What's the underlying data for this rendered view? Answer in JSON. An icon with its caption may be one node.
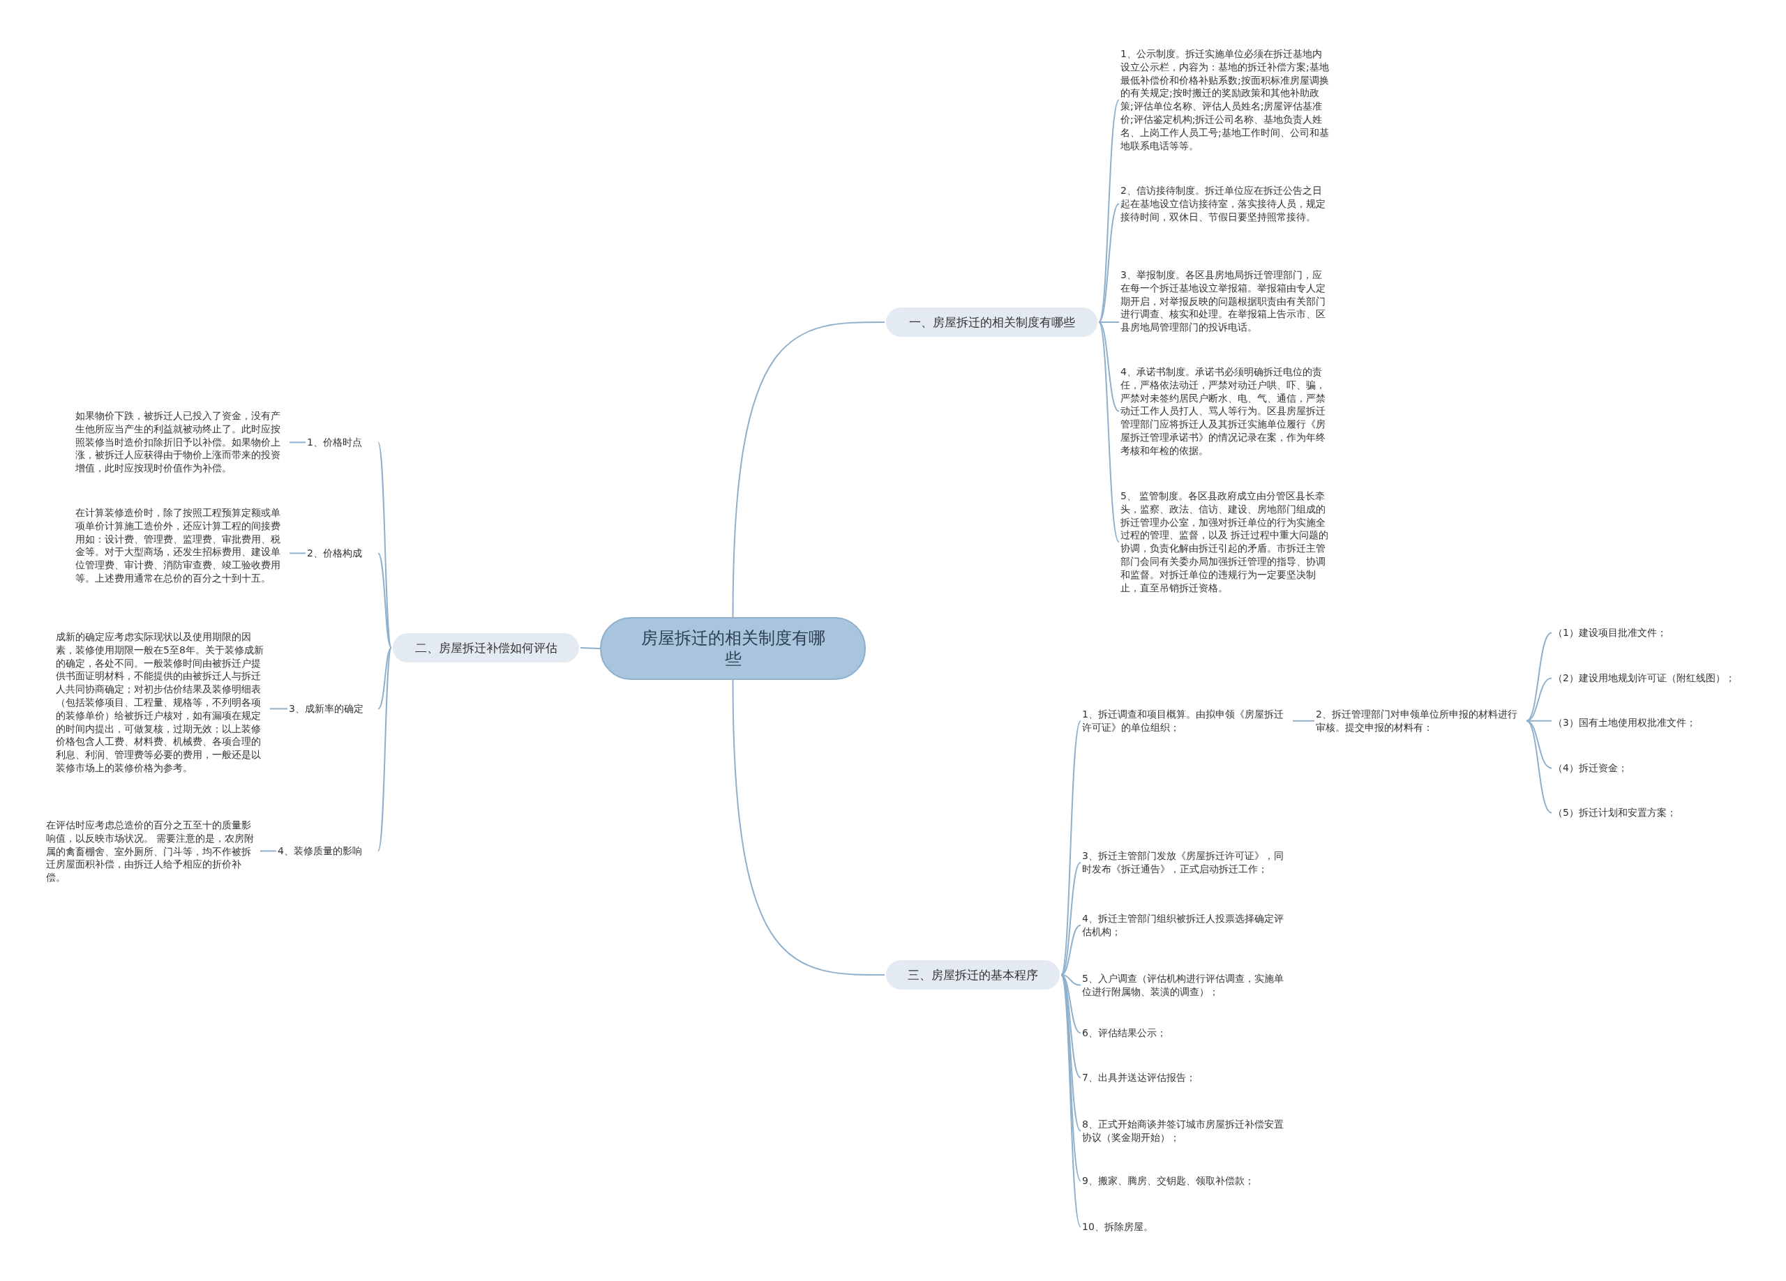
{
  "diagram": {
    "nodes": [
      {
        "text": [
          "房屋拆迁的相关制度有哪些"
        ]
      },
      {
        "text": [
          "一、房屋拆迁的相关制度有哪些"
        ]
      },
      {
        "text": [
          "1、公示制度。拆迁实施单位必须在拆迁基地内设立公示栏，内容为：基地的拆迁补偿方案;基地最低补偿价和价格补贴系数;按面积标准房屋调换的有关规定;按时搬迁的奖励政策和其他补助政策;评估单位名称、评估人员姓名;房屋评估基准价;评估鉴定机构;拆迁公司名称、基地负责人姓名、上岗工作人员工号;基地工作时间、公司和基地联系电话等等。"
        ]
      },
      {
        "text": [
          "2、信访接待制度。拆迁单位应在拆迁公告之日起在基地设立信访接待室，落实接待人员，规定接待时间，双休日、节假日要坚持照常接待。"
        ]
      },
      {
        "text": [
          "3、举报制度。各区县房地局拆迁管理部门，应在每一个拆迁基地设立举报箱。举报箱由专人定期开启，对举报反映的问题根据职责由有关部门进行调查、核实和处理。在举报箱上告示市、区县房地局管理部门的投诉电话。"
        ]
      },
      {
        "text": [
          "4、承诺书制度。承诺书必须明确拆迁电位的责任，严格依法动迁，严禁对动迁户哄、吓、骗，严禁对未签约居民户断水、电、气、通信，严禁动迁工作人员打人、骂人等行为。区县房屋拆迁管理部门应将拆迁人及其拆迁实施单位履行《房屋拆迁管理承诺书》的情况记录在案，作为年终考核和年检的依据。"
        ]
      },
      {
        "text": [
          "5、 监管制度。各区县政府成立由分管区县长牵头，监察、政法、信访、建设、房地部门组成的拆迁管理办公室，加强对拆迁单位的行为实施全过程的管理、监督，以及 拆迁过程中重大问题的协调，负责化解由拆迁引起的矛盾。市拆迁主管部门会同有关委办局加强拆迁管理的指导、协调和监督。对拆迁单位的违规行为一定要坚决制止，直至吊销拆迁资格。"
        ]
      },
      {
        "text": [
          "二、房屋拆迁补偿如何评估"
        ]
      },
      {
        "text": [
          "1、价格时点"
        ]
      },
      {
        "text": [
          "如果物价下跌，被拆迁人已投入了资金，没有产生他所应当产生的利益就被动终止了。此时应按照装修当时造价扣除折旧予以补偿。如果物价上涨，被拆迁人应获得由于物价上涨而带来的投资增值，此时应按现时价值作为补偿。"
        ]
      },
      {
        "text": [
          "2、价格构成"
        ]
      },
      {
        "text": [
          "在计算装修造价时，除了按照工程预算定额或单项单价计算施工造价外，还应计算工程的间接费用如：设计费、管理费、监理费、审批费用、税金等。对于大型商场，还发生招标费用、建设单位管理费、审计费、消防审查费、竣工验收费用等。上述费用通常在总价的百分之十到十五。"
        ]
      },
      {
        "text": [
          "3、成新率的确定"
        ]
      },
      {
        "text": [
          "成新的确定应考虑实际现状以及使用期限的因素，装修使用期限一般在5至8年。关于装修成新的确定，各处不同。一般装修时间由被拆迁户提供书面证明材料，不能提供的由被拆迁人与拆迁人共同协商确定；对初步估价结果及装修明细表（包括装修项目、工程量、规格等，不列明各项的装修单价）给被拆迁户核对，如有漏项在规定的时间内提出，可做复核，过期无效；以上装修价格包含人工费、材料费、机械费、各项合理的利息、利润、管理费等必要的费用，一般还是以装修市场上的装修价格为参考。"
        ]
      },
      {
        "text": [
          "4、装修质量的影响"
        ]
      },
      {
        "text": [
          "在评估时应考虑总造价的百分之五至十的质量影响值，以反映市场状况。 需要注意的是，农房附属的禽畜棚舍、室外厕所、门斗等，均不作被拆迁房屋面积补偿，由拆迁人给予相应的折价补偿。"
        ]
      },
      {
        "text": [
          "三、房屋拆迁的基本程序"
        ]
      },
      {
        "text": [
          "1、拆迁调查和项目概算。由拟申领《房屋拆迁许可证》的单位组织；"
        ]
      },
      {
        "text": [
          "2、拆迁管理部门对申领单位所申报的材料进行审核。提交申报的材料有："
        ]
      },
      {
        "text": [
          "（1）建设项目批准文件；"
        ]
      },
      {
        "text": [
          "（2）建设用地规划许可证（附红线图）；"
        ]
      },
      {
        "text": [
          "（3）国有土地使用权批准文件；"
        ]
      },
      {
        "text": [
          "（4）拆迁资金；"
        ]
      },
      {
        "text": [
          "（5）拆迁计划和安置方案；"
        ]
      },
      {
        "text": [
          "3、拆迁主管部门发放《房屋拆迁许可证》，同时发布《拆迁通告》，正式启动拆迁工作；"
        ]
      },
      {
        "text": [
          "4、拆迁主管部门组织被拆迁人投票选择确定评估机构；"
        ]
      },
      {
        "text": [
          "5、入户调查（评估机构进行评估调查，实施单位进行附属物、装潢的调查）；"
        ]
      },
      {
        "text": [
          "6、评估结果公示；"
        ]
      },
      {
        "text": [
          "7、出具并送达评估报告；"
        ]
      },
      {
        "text": [
          "8、正式开始商谈并签订城市房屋拆迁补偿安置协议（奖金期开始）；"
        ]
      },
      {
        "text": [
          "9、搬家、腾房、交钥匙、领取补偿款；"
        ]
      },
      {
        "text": [
          "10、拆除房屋。"
        ]
      }
    ],
    "edges": [
      {
        "from": 0,
        "to": 1,
        "arrow": "none"
      },
      {
        "from": 1,
        "to": 2,
        "arrow": "none"
      },
      {
        "from": 1,
        "to": 3,
        "arrow": "none"
      },
      {
        "from": 1,
        "to": 4,
        "arrow": "none"
      },
      {
        "from": 1,
        "to": 5,
        "arrow": "none"
      },
      {
        "from": 1,
        "to": 6,
        "arrow": "none"
      },
      {
        "from": 0,
        "to": 7,
        "arrow": "none"
      },
      {
        "from": 7,
        "to": 8,
        "arrow": "none"
      },
      {
        "from": 7,
        "to": 10,
        "arrow": "none"
      },
      {
        "from": 7,
        "to": 12,
        "arrow": "none"
      },
      {
        "from": 7,
        "to": 14,
        "arrow": "none"
      },
      {
        "from": 8,
        "to": 9,
        "arrow": "none"
      },
      {
        "from": 10,
        "to": 11,
        "arrow": "none"
      },
      {
        "from": 12,
        "to": 13,
        "arrow": "none"
      },
      {
        "from": 14,
        "to": 15,
        "arrow": "none"
      },
      {
        "from": 0,
        "to": 16,
        "arrow": "none"
      },
      {
        "from": 16,
        "to": 17,
        "arrow": "none"
      },
      {
        "from": 17,
        "to": 18,
        "arrow": "none"
      },
      {
        "from": 18,
        "to": 19,
        "arrow": "none"
      },
      {
        "from": 18,
        "to": 20,
        "arrow": "none"
      },
      {
        "from": 18,
        "to": 21,
        "arrow": "none"
      },
      {
        "from": 18,
        "to": 22,
        "arrow": "none"
      },
      {
        "from": 18,
        "to": 23,
        "arrow": "none"
      },
      {
        "from": 16,
        "to": 24,
        "arrow": "none"
      },
      {
        "from": 16,
        "to": 25,
        "arrow": "none"
      },
      {
        "from": 16,
        "to": 26,
        "arrow": "none"
      },
      {
        "from": 16,
        "to": 27,
        "arrow": "none"
      },
      {
        "from": 16,
        "to": 28,
        "arrow": "none"
      },
      {
        "from": 16,
        "to": 29,
        "arrow": "none"
      },
      {
        "from": 16,
        "to": 30,
        "arrow": "none"
      },
      {
        "from": 16,
        "to": 31,
        "arrow": "none"
      }
    ]
  }
}
